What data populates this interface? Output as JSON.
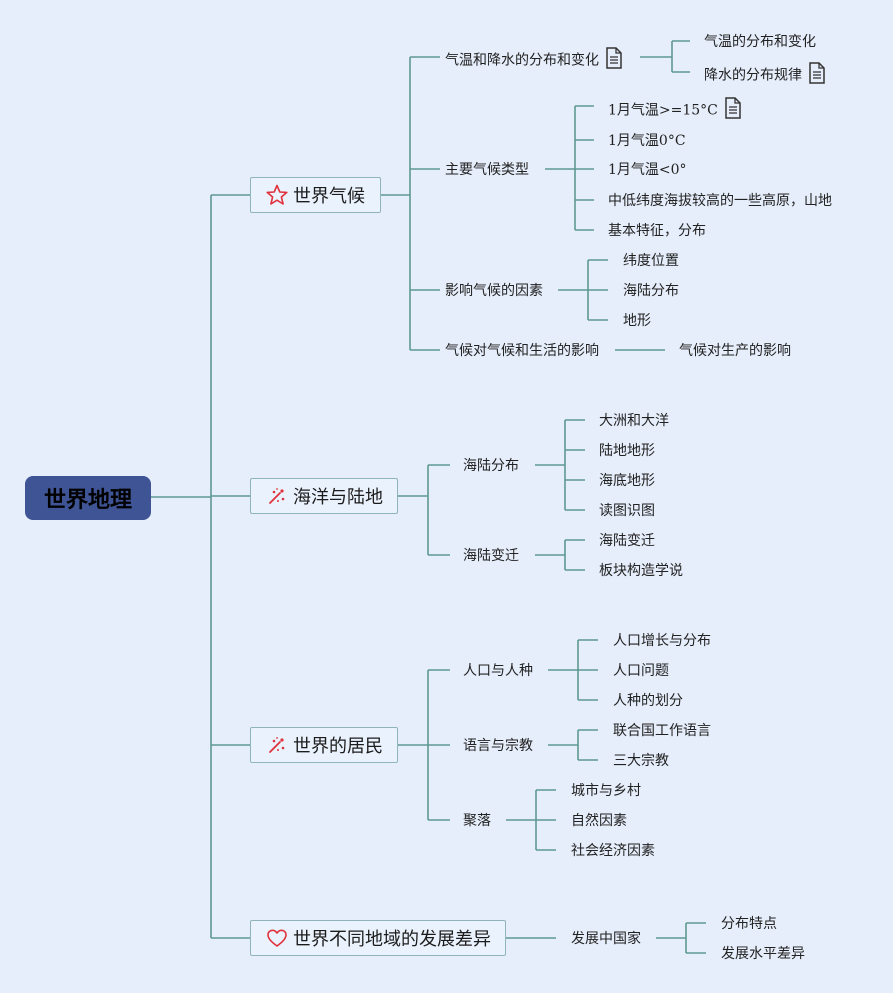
{
  "title": "世界地理",
  "branches": [
    {
      "label": "世界气候",
      "icon": "star-icon",
      "children": [
        {
          "label": "气温和降水的分布和变化",
          "has_note": true,
          "children": [
            {
              "label": "气温的分布和变化"
            },
            {
              "label": "降水的分布规律",
              "has_note": true
            }
          ]
        },
        {
          "label": "主要气候类型",
          "children": [
            {
              "label": "1月气温>=15°C",
              "has_note": true
            },
            {
              "label": "1月气温0°C"
            },
            {
              "label": "1月气温<0°"
            },
            {
              "label": "中低纬度海拔较高的一些高原，山地"
            },
            {
              "label": "基本特征，分布"
            }
          ]
        },
        {
          "label": "影响气候的因素",
          "children": [
            {
              "label": "纬度位置"
            },
            {
              "label": "海陆分布"
            },
            {
              "label": "地形"
            }
          ]
        },
        {
          "label": "气候对气候和生活的影响",
          "children": [
            {
              "label": "气候对生产的影响"
            }
          ]
        }
      ]
    },
    {
      "label": "海洋与陆地",
      "icon": "sparkle-icon",
      "children": [
        {
          "label": "海陆分布",
          "children": [
            {
              "label": "大洲和大洋"
            },
            {
              "label": "陆地地形"
            },
            {
              "label": "海底地形"
            },
            {
              "label": "读图识图"
            }
          ]
        },
        {
          "label": "海陆变迁",
          "children": [
            {
              "label": "海陆变迁"
            },
            {
              "label": "板块构造学说"
            }
          ]
        }
      ]
    },
    {
      "label": "世界的居民",
      "icon": "sparkle-icon",
      "children": [
        {
          "label": "人口与人种",
          "children": [
            {
              "label": "人口增长与分布"
            },
            {
              "label": "人口问题"
            },
            {
              "label": "人种的划分"
            }
          ]
        },
        {
          "label": "语言与宗教",
          "children": [
            {
              "label": "联合国工作语言"
            },
            {
              "label": "三大宗教"
            }
          ]
        },
        {
          "label": "聚落",
          "children": [
            {
              "label": "城市与乡村"
            },
            {
              "label": "自然因素"
            },
            {
              "label": "社会经济因素"
            }
          ]
        }
      ]
    },
    {
      "label": "世界不同地域的发展差异",
      "icon": "heart-icon",
      "children": [
        {
          "label": "发展中国家",
          "children": [
            {
              "label": "分布特点"
            },
            {
              "label": "发展水平差异"
            }
          ]
        }
      ]
    }
  ],
  "colors": {
    "line": "#5e9991",
    "root_fill": "#3f5494",
    "background": "#e6eefb",
    "icon_red": "#e0323c"
  }
}
